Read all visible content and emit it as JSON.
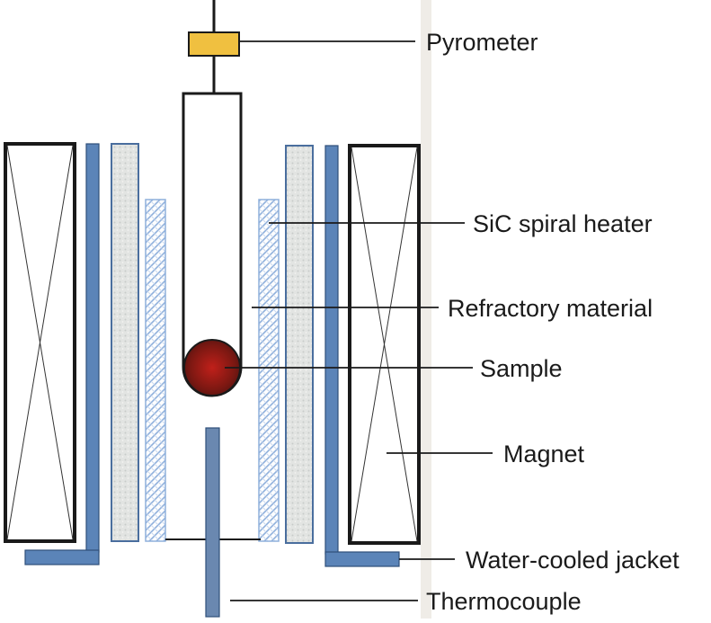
{
  "diagram": {
    "labels": {
      "pyrometer": "Pyrometer",
      "heater": "SiC spiral heater",
      "refractory": "Refractory material",
      "sample": "Sample",
      "magnet": "Magnet",
      "jacket": "Water-cooled jacket",
      "thermocouple": "Thermocouple"
    },
    "colors": {
      "jacket": "#5b84b8",
      "thermocouple": "#6a88b0",
      "pyrometer": "#f0c040",
      "sample": "#c0201a",
      "refractory": "#d9dcda",
      "heater": "#b8cce8",
      "outline": "#1a1a1a",
      "side_panel": "#eeebe6"
    },
    "icons": [
      "magnet-coil",
      "pyrometer-sensor",
      "sample-sphere",
      "thermocouple-rod"
    ]
  }
}
